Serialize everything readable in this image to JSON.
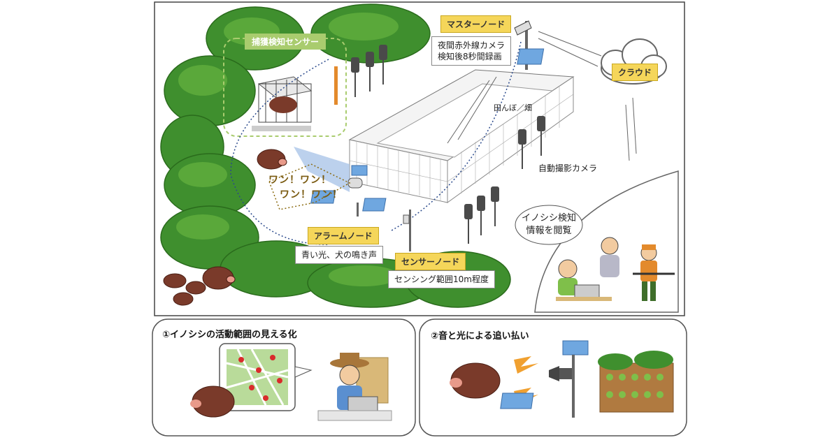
{
  "main_diagram": {
    "master_node_label": "マスターノード",
    "master_node_desc_line1": "夜間赤外線カメラ",
    "master_node_desc_line2": "検知後8秒間録画",
    "cloud_label": "クラウド",
    "capture_sensor_label": "捕獲検知センサー",
    "field_label": "田んぼ／畑",
    "auto_camera_label": "自動撮影カメラ",
    "woof_line1": "ワン！ワン！",
    "woof_line2": "ワン！ワン！",
    "alarm_node_label": "アラームノード",
    "alarm_node_desc": "青い光、犬の鳴き声",
    "sensor_node_label": "センサーノード",
    "sensor_node_desc": "センシング範囲10m程度",
    "viewer_bubble_line1": "イノシシ検知",
    "viewer_bubble_line2": "情報を閲覧"
  },
  "panel_left": {
    "title": "①イノシシの活動範囲の見える化"
  },
  "panel_right": {
    "title": "②音と光による追い払い"
  },
  "colors": {
    "forest": "#3f8f2e",
    "forest_light": "#5aa83a",
    "label_yellow": "#f5d65a",
    "boar_brown": "#7a3a2a",
    "frame": "#555555"
  }
}
